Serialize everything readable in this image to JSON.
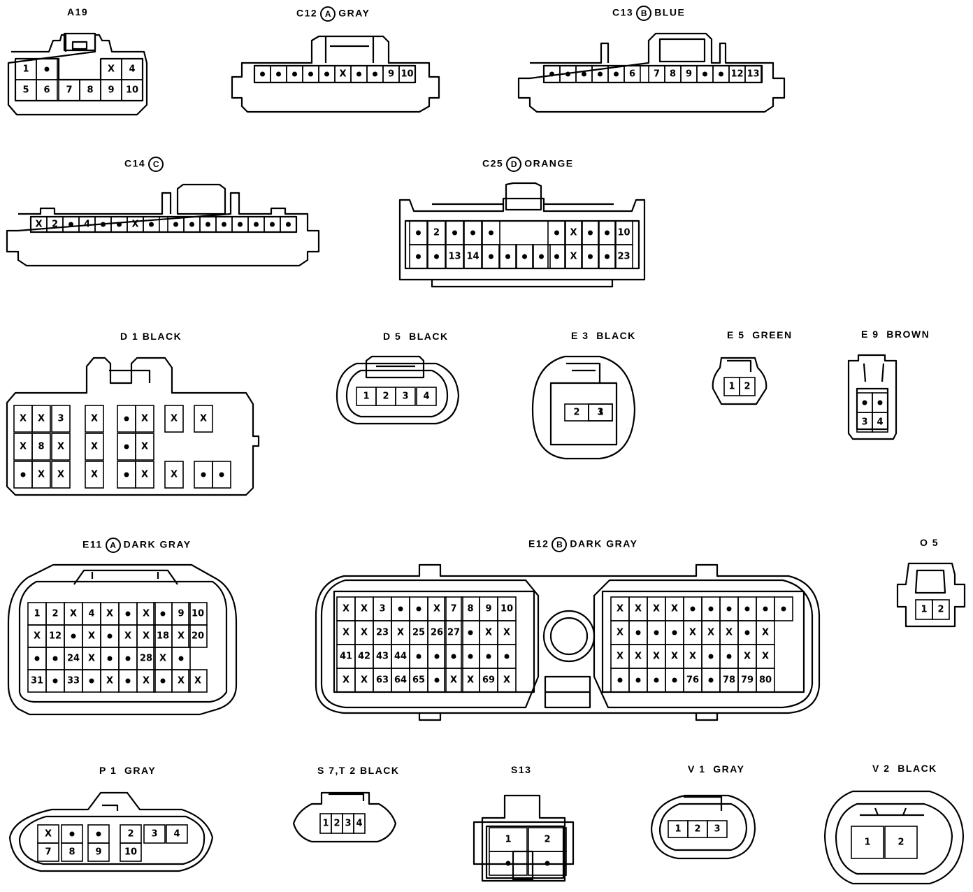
{
  "connectors": [
    {
      "id": "A19",
      "name": "A19",
      "color": "",
      "code": "",
      "rows": [
        [
          "1",
          "●",
          "",
          "",
          "X",
          "4"
        ],
        [
          "5",
          "6",
          "7",
          "8",
          "9",
          "10"
        ]
      ]
    },
    {
      "id": "C12",
      "name": "C12",
      "code": "A",
      "color": "GRAY",
      "rows": [
        [
          "●",
          "●",
          "●",
          "●",
          "●",
          "X",
          "●",
          "●",
          "9",
          "10"
        ]
      ]
    },
    {
      "id": "C13",
      "name": "C13",
      "code": "B",
      "color": "BLUE",
      "rows": [
        [
          "●",
          "●",
          "●",
          "●",
          "●",
          "6",
          "",
          "7",
          "8",
          "9",
          "●",
          "●",
          "12",
          "13"
        ]
      ]
    },
    {
      "id": "C14",
      "name": "C14",
      "code": "C",
      "color": "",
      "rows": [
        [
          "X",
          "2",
          "●",
          "4",
          "●",
          "●",
          "X",
          "●",
          "",
          "●",
          "●",
          "●",
          "●",
          "●",
          "●",
          "●",
          "●"
        ]
      ]
    },
    {
      "id": "C25",
      "name": "C25",
      "code": "D",
      "color": "ORANGE",
      "rows": [
        [
          "●",
          "2",
          "●",
          "●",
          "●",
          "",
          "",
          "",
          "●",
          "X",
          "●",
          "●",
          "10"
        ],
        [
          "●",
          "●",
          "13",
          "14",
          "●",
          "●",
          "●",
          "●",
          "●",
          "X",
          "●",
          "●",
          "23"
        ]
      ]
    },
    {
      "id": "D1",
      "name": "D 1",
      "code": "",
      "color": "BLACK",
      "rows": [
        [
          "X",
          "X",
          "3",
          "X",
          "●",
          "X",
          "X",
          "X"
        ],
        [
          "X",
          "8",
          "X",
          "X",
          "●",
          "X"
        ],
        [
          "●",
          "X",
          "X",
          "X",
          "●",
          "X",
          "X",
          "●",
          "●"
        ]
      ]
    },
    {
      "id": "D5",
      "name": "D 5",
      "code": "",
      "color": "BLACK",
      "rows": [
        [
          "1",
          "2",
          "3",
          "4"
        ]
      ]
    },
    {
      "id": "E3",
      "name": "E 3",
      "code": "",
      "color": "BLACK",
      "rows": [
        [
          "2",
          "1",
          "3"
        ]
      ]
    },
    {
      "id": "E5",
      "name": "E 5",
      "code": "",
      "color": "GREEN",
      "rows": [
        [
          "1",
          "2"
        ]
      ]
    },
    {
      "id": "E9",
      "name": "E 9",
      "code": "",
      "color": "BROWN",
      "rows": [
        [
          "●",
          "●"
        ],
        [
          "3",
          "4"
        ]
      ]
    },
    {
      "id": "E11",
      "name": "E11",
      "code": "A",
      "color": "DARK GRAY",
      "rows": [
        [
          "1",
          "2",
          "X",
          "4",
          "X",
          "●",
          "X",
          "●",
          "9",
          "10"
        ],
        [
          "X",
          "12",
          "●",
          "X",
          "●",
          "X",
          "X",
          "18",
          "X",
          "20"
        ],
        [
          "●",
          "●",
          "24",
          "X",
          "●",
          "●",
          "28",
          "X",
          "●"
        ],
        [
          "31",
          "●",
          "33",
          "●",
          "X",
          "●",
          "X",
          "●",
          "X",
          "X"
        ]
      ]
    },
    {
      "id": "E12",
      "name": "E12",
      "code": "B",
      "color": "DARK GRAY",
      "rows": [
        [
          "X",
          "X",
          "3",
          "●",
          "●",
          "X",
          "7",
          "8",
          "9",
          "10",
          "X",
          "X",
          "X",
          "X",
          "●",
          "●",
          "●",
          "●",
          "●",
          "●"
        ],
        [
          "X",
          "X",
          "23",
          "X",
          "25",
          "26",
          "27",
          "●",
          "X",
          "X",
          "X",
          "●",
          "●",
          "●",
          "X",
          "X",
          "X",
          "●",
          "X"
        ],
        [
          "41",
          "42",
          "43",
          "44",
          "●",
          "●",
          "●",
          "●",
          "●",
          "●",
          "X",
          "X",
          "X",
          "X",
          "X",
          "●",
          "●",
          "X",
          "X"
        ],
        [
          "X",
          "X",
          "63",
          "64",
          "65",
          "●",
          "X",
          "X",
          "69",
          "X",
          "●",
          "●",
          "●",
          "●",
          "76",
          "●",
          "78",
          "79",
          "80"
        ]
      ]
    },
    {
      "id": "O5",
      "name": "O 5",
      "code": "",
      "color": "",
      "rows": [
        [
          "1",
          "2"
        ]
      ]
    },
    {
      "id": "P1",
      "name": "P 1",
      "code": "",
      "color": "GRAY",
      "rows": [
        [
          "X",
          "●",
          "●",
          "2",
          "3",
          "4"
        ],
        [
          "7",
          "8",
          "9",
          "10"
        ]
      ]
    },
    {
      "id": "S7T2",
      "name": "S 7,T 2",
      "code": "",
      "color": "BLACK",
      "rows": [
        [
          "1",
          "2",
          "3",
          "4"
        ]
      ]
    },
    {
      "id": "S13",
      "name": "S13",
      "code": "",
      "color": "",
      "rows": [
        [
          "1",
          "2"
        ],
        [
          "●",
          "●"
        ]
      ]
    },
    {
      "id": "V1",
      "name": "V 1",
      "code": "",
      "color": "GRAY",
      "rows": [
        [
          "1",
          "2",
          "3"
        ]
      ]
    },
    {
      "id": "V2",
      "name": "V 2",
      "code": "",
      "color": "BLACK",
      "rows": [
        [
          "1",
          "2"
        ]
      ]
    }
  ]
}
